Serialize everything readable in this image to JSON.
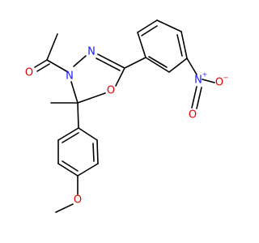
{
  "molecule": {
    "colors": {
      "carbon_bond": "#000000",
      "oxygen": "#e00000",
      "nitrogen": "#1a1aff",
      "background": "#ffffff"
    },
    "atoms": {
      "o_acetyl": "O",
      "n3": "N",
      "n4": "N",
      "o_ring": "O",
      "n_nitro": "N",
      "n_nitro_charge": "+",
      "o_nitro_single": "O",
      "o_nitro_single_charge": "−",
      "o_nitro_double": "O",
      "o_methoxy": "O"
    }
  }
}
